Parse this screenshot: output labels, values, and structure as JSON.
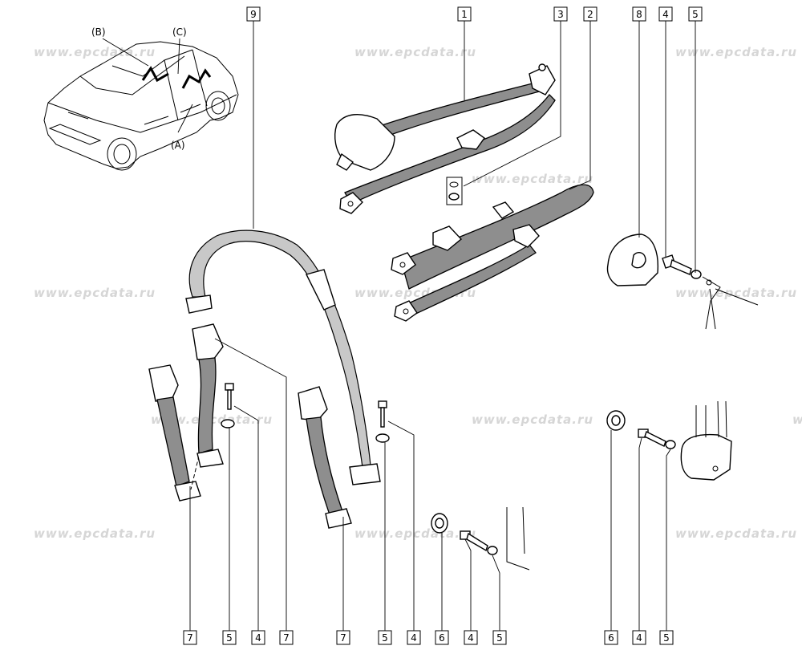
{
  "watermark": "www.epcdata.ru",
  "car_labels": {
    "a": "(A)",
    "b": "(B)",
    "c": "(C)"
  },
  "callouts": {
    "top_9": "9",
    "top_1": "1",
    "top_3": "3",
    "top_2": "2",
    "top_8": "8",
    "top_4": "4",
    "top_5": "5",
    "bot_7a": "7",
    "bot_5a": "5",
    "bot_4a": "4",
    "bot_7b": "7",
    "bot_7c": "7",
    "bot_5b": "5",
    "bot_4b": "4",
    "bot_6a": "6",
    "bot_4c": "4",
    "bot_5c": "5",
    "bot_6b": "6",
    "bot_4d": "4",
    "bot_5d": "5"
  }
}
